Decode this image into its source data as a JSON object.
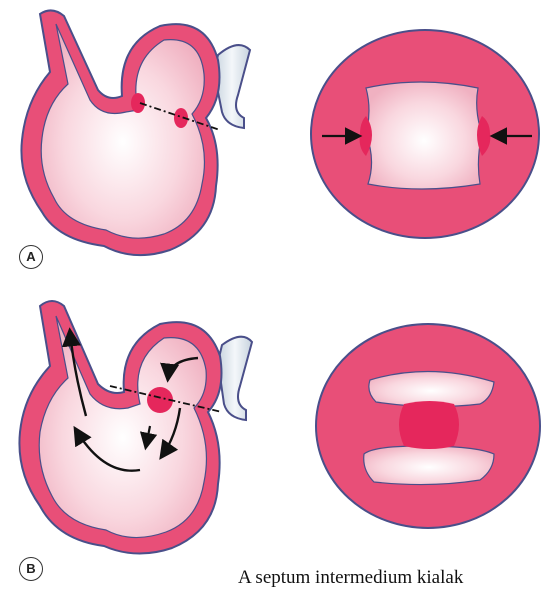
{
  "panels": [
    {
      "label": "A"
    },
    {
      "label": "B"
    }
  ],
  "caption": "A septum intermedium kialak",
  "colors": {
    "outer_wall": "#e84f78",
    "wall_edge": "#4a4f8a",
    "inner_lumen": "#f7c9d3",
    "cushion": "#e5275c",
    "vessel": "#dde6ee",
    "arrow": "#111111"
  },
  "icons": [
    "arrow-icon",
    "plane-of-section-line"
  ]
}
